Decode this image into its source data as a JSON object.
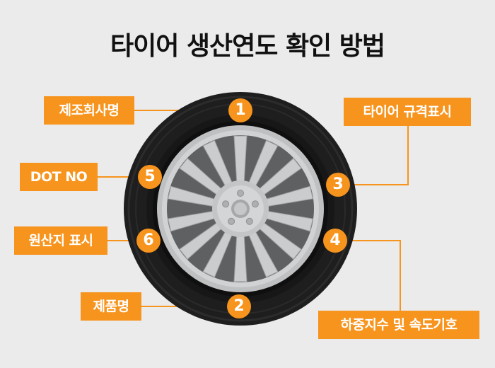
{
  "title": "타이어 생산연도 확인 방법",
  "labels": {
    "manufacturer": "제조회사명",
    "tire_spec": "타이어 규격표시",
    "dot_no": "DOT NO",
    "origin": "원산지 표시",
    "load_speed": "하중지수 및 속도기호",
    "product_name": "제품명"
  },
  "badges": {
    "manufacturer": "1",
    "product_name": "2",
    "tire_spec": "3",
    "load_speed": "4",
    "dot_no": "5",
    "origin": "6"
  },
  "colors": {
    "accent": "#f7941d",
    "background": "#ebebeb",
    "tire": "#1e1e1e",
    "rim": "#c9cacc"
  }
}
